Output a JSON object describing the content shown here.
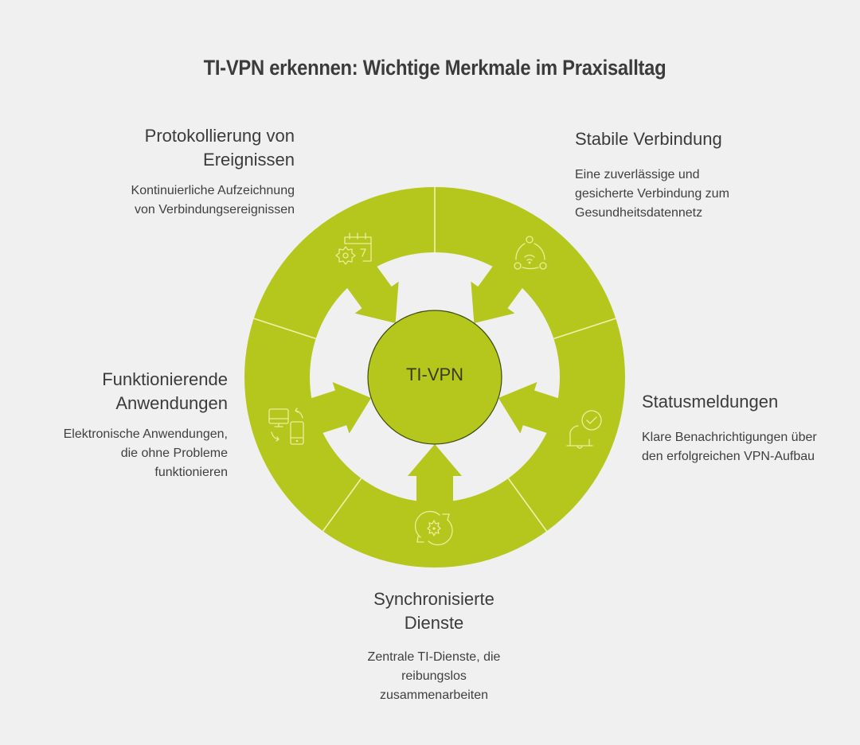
{
  "title": "TI-VPN erkennen: Wichtige Merkmale im Praxisalltag",
  "center": {
    "label": "TI-VPN"
  },
  "colors": {
    "background": "#f0f0f0",
    "ring": "#b5c71c",
    "divider": "#f3f0b0",
    "icon_stroke": "#f0ec9c",
    "text": "#3b3b3b"
  },
  "features": [
    {
      "id": "protokollierung",
      "title_line1": "Protokollierung von",
      "title_line2": "Ereignissen",
      "desc_line1": "Kontinuierliche Aufzeichnung",
      "desc_line2": "von Verbindungsereignissen",
      "desc_line3": "",
      "icon": "calendar-gear-icon"
    },
    {
      "id": "stabile-verbindung",
      "title_line1": "Stabile Verbindung",
      "title_line2": "",
      "desc_line1": "Eine zuverlässige und",
      "desc_line2": "gesicherte Verbindung zum",
      "desc_line3": "Gesundheitsdatennetz",
      "icon": "network-wifi-icon"
    },
    {
      "id": "statusmeldungen",
      "title_line1": "Statusmeldungen",
      "title_line2": "",
      "desc_line1": "Klare Benachrichtigungen über",
      "desc_line2": "den erfolgreichen VPN-Aufbau",
      "desc_line3": "",
      "icon": "bell-check-icon"
    },
    {
      "id": "synchronisierte-dienste",
      "title_line1": "Synchronisierte",
      "title_line2": "Dienste",
      "desc_line1": "Zentrale TI-Dienste, die",
      "desc_line2": "reibungslos",
      "desc_line3": "zusammenarbeiten",
      "icon": "sync-gear-icon"
    },
    {
      "id": "funktionierende-anwendungen",
      "title_line1": "Funktionierende",
      "title_line2": "Anwendungen",
      "desc_line1": "Elektronische Anwendungen,",
      "desc_line2": "die ohne Probleme",
      "desc_line3": "funktionieren",
      "icon": "devices-sync-icon"
    }
  ]
}
